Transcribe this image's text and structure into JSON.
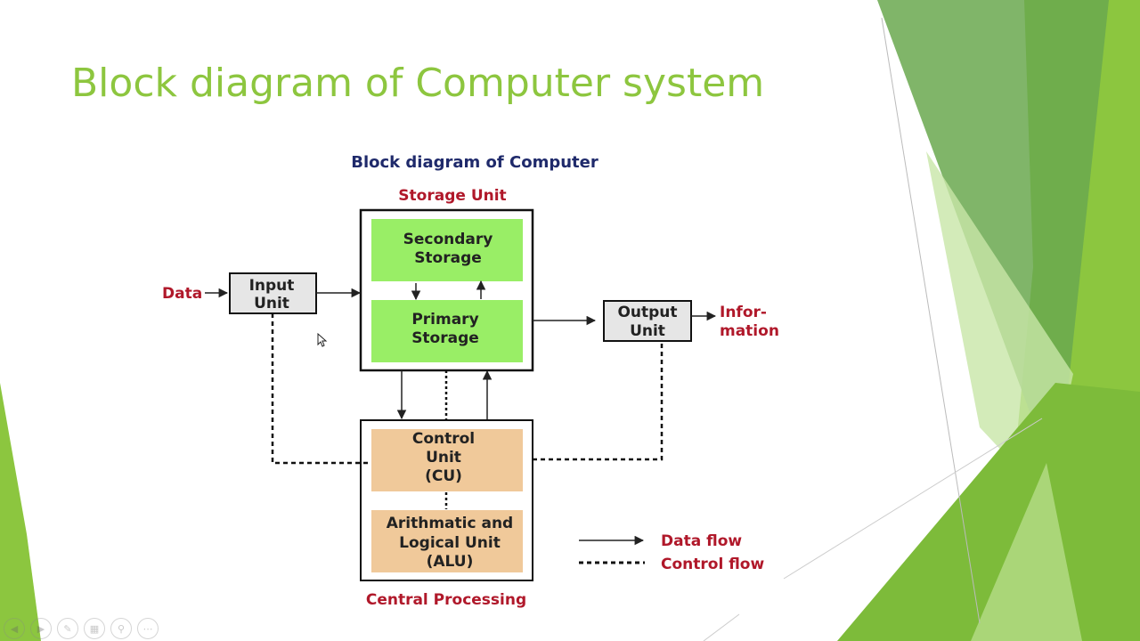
{
  "slide": {
    "title": "Block diagram of Computer system",
    "accent_color": "#8dc63f"
  },
  "diagram": {
    "caption": "Block diagram of Computer",
    "storage_unit_label": "Storage Unit",
    "secondary_storage": [
      "Secondary",
      "Storage"
    ],
    "primary_storage": [
      "Primary",
      "Storage"
    ],
    "input_unit": [
      "Input",
      "Unit"
    ],
    "output_unit": [
      "Output",
      "Unit"
    ],
    "input_label": "Data",
    "output_label": [
      "Infor-",
      "mation"
    ],
    "control_unit": [
      "Control",
      "Unit",
      "(CU)"
    ],
    "alu": [
      "Arithmatic and",
      "Logical Unit",
      "(ALU)"
    ],
    "cpu_label": "Central Processing",
    "legend": {
      "data_flow": "Data flow",
      "control_flow": "Control flow"
    },
    "colors": {
      "storage_fill": "#99ee66",
      "cpu_fill": "#f0c99a",
      "io_fill": "#e6e6e6",
      "label_red": "#b0182a",
      "caption_navy": "#1f2a6b"
    }
  },
  "toolbar": {
    "icons": [
      "previous-icon",
      "next-icon",
      "pen-icon",
      "slides-icon",
      "zoom-icon",
      "more-icon"
    ]
  }
}
